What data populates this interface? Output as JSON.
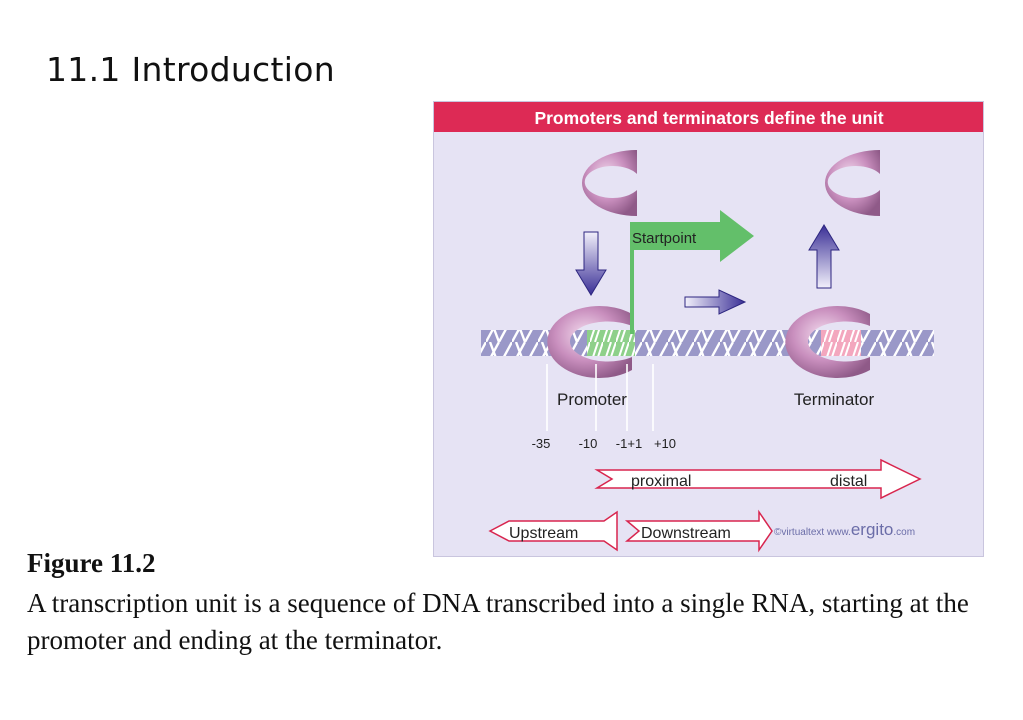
{
  "slide": {
    "title": "11.1 Introduction"
  },
  "figure": {
    "banner": "Promoters and terminators define the unit",
    "startpoint_label": "Startpoint",
    "promoter_label": "Promoter",
    "terminator_label": "Terminator",
    "positions": [
      "-35",
      "-10",
      "-1+1",
      "+10"
    ],
    "proximal_label": "proximal",
    "distal_label": "distal",
    "upstream_label": "Upstream",
    "downstream_label": "Downstream",
    "credit_small": "©virtualtext  www.",
    "credit_brand": "ergito",
    "credit_tld": ".com",
    "colors": {
      "banner": "#dd2a55",
      "background": "#e6e3f4",
      "polymerase": "#c78fbd",
      "dna": "#9a98c8",
      "startpoint_arrow": "#63bf6a",
      "movement_arrow": "#3a2f96",
      "outline_arrow": "#d8254e"
    }
  },
  "caption": {
    "label": "Figure 11.2",
    "text": "A transcription unit is a sequence of DNA transcribed into a single RNA, starting at the promoter and ending at the terminator."
  }
}
